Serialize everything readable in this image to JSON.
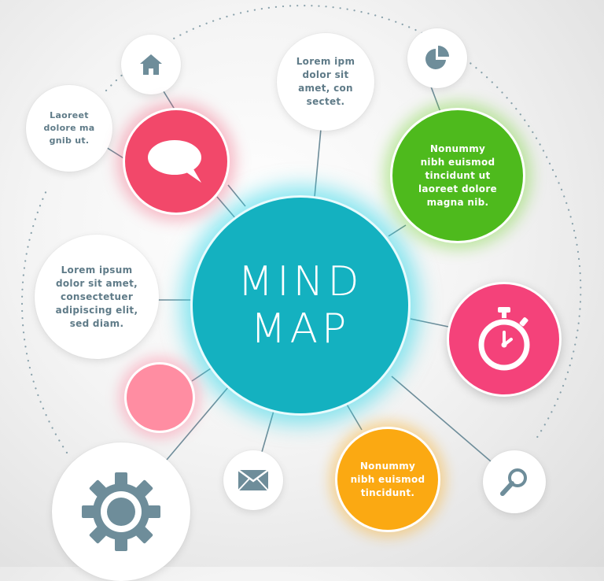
{
  "center": {
    "title_line1": "MIND",
    "title_line2": "MAP"
  },
  "nodes": {
    "top_text": "Lorem ipm\ndolor sit\namet, con\nsectet.",
    "small_text": "Laoreet\ndolore ma\ngnib ut.",
    "green_text": "Nonummy\nnibh euismod\ntincidunt ut\nlaoreet dolore\nmagna nib.",
    "left_text": "Lorem ipsum\ndolor sit amet,\nconsectetuer\nadipiscing elit,\nsed diam.",
    "orange_text": "Nonummy\nnibh euismod\ntincidunt."
  },
  "icons": {
    "home": "home-icon",
    "chat": "speech-bubble-icon",
    "pie": "pie-chart-icon",
    "timer": "stopwatch-icon",
    "mail": "envelope-icon",
    "search": "magnifier-icon",
    "gear": "gear-icon"
  },
  "colors": {
    "center": "#14b1c0",
    "chat": "#f2486a",
    "green": "#4eba1d",
    "timer": "#f4427a",
    "pink": "#ff8da2",
    "orange": "#fba912",
    "icon": "#6e8d9a",
    "text": "#5f7b88"
  }
}
